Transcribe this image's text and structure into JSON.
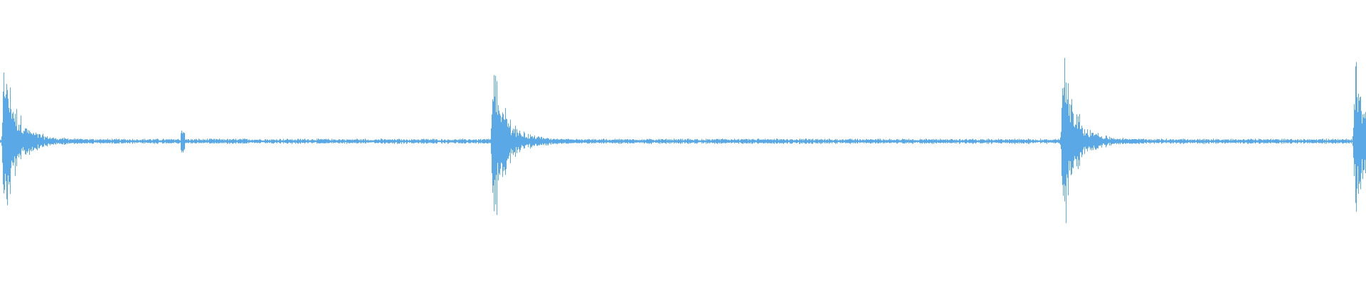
{
  "waveform": {
    "color": "#5aa9e6",
    "background": "#ffffff",
    "duration_fraction_transients": [
      0.003,
      0.361,
      0.778,
      0.992
    ],
    "transient_peaks": [
      0.82,
      0.8,
      0.84,
      0.78
    ],
    "noise_floor": 0.02,
    "minor_blip_fraction": 0.09
  }
}
